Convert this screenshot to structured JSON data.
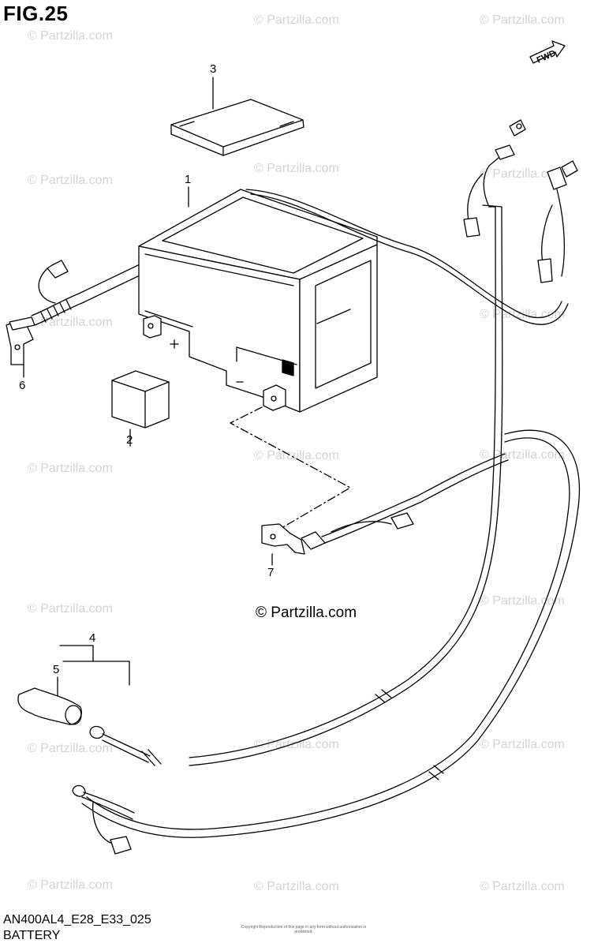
{
  "figure": {
    "title": "FIG.25",
    "code": "AN400AL4_E28_E33_025",
    "name": "BATTERY",
    "credit": "© Partzilla.com",
    "copyright": "Copyright\nReproduction of this page in any form without authorization is prohibited."
  },
  "watermark": "© Partzilla.com",
  "direction_marker": "FWD",
  "callouts": {
    "battery": "1",
    "electrolyte": "2",
    "battery_cover_sheet": "3",
    "negative_cable": "4",
    "terminal_cap": "5",
    "bracket_left": "6",
    "bracket_lower": "7"
  }
}
